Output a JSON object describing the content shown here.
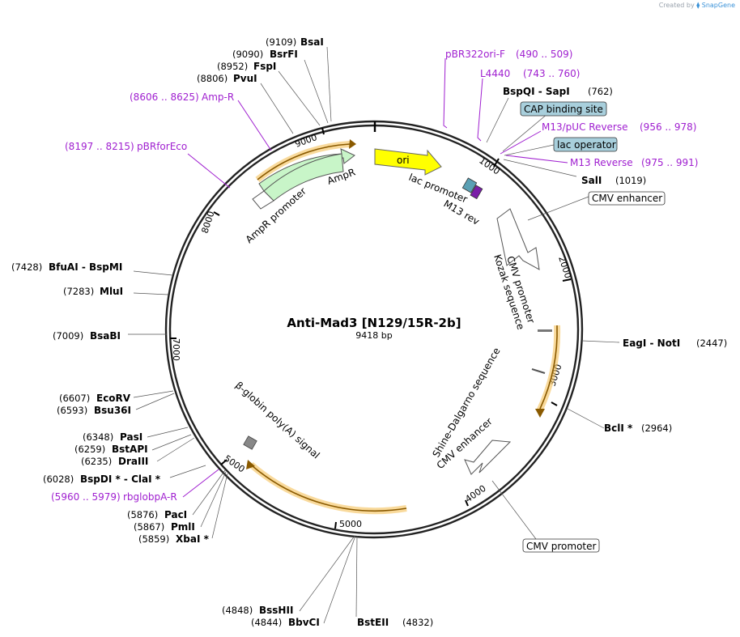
{
  "credit": {
    "prefix": "Created by",
    "brand": "SnapGene"
  },
  "plasmid": {
    "name": "Anti-Mad3 [N129/15R-2b]",
    "length_label": "9418 bp"
  },
  "colors": {
    "primer": "#a020d0",
    "ori": "#ffff00",
    "ampr": "#c8f5c8",
    "orf_glow": "#f5c15a",
    "orf_stroke": "#8a5a00",
    "boxed_feature": "#a8cfdc"
  },
  "ticks": [
    "1000",
    "2000",
    "3000",
    "4000",
    "5000",
    "5000",
    "7000",
    "8000",
    "9000"
  ],
  "sites": [
    {
      "pos": "(9109)",
      "name": "BsaI"
    },
    {
      "pos": "(9090)",
      "name": "BsrFI"
    },
    {
      "pos": "(8952)",
      "name": "FspI"
    },
    {
      "pos": "(8806)",
      "name": "PvuI"
    },
    {
      "pos": "(7428)",
      "name": "BfuAI  -  BspMI"
    },
    {
      "pos": "(7283)",
      "name": "MluI"
    },
    {
      "pos": "(7009)",
      "name": "BsaBI"
    },
    {
      "pos": "(6607)",
      "name": "EcoRV"
    },
    {
      "pos": "(6593)",
      "name": "Bsu36I"
    },
    {
      "pos": "(6348)",
      "name": "PasI"
    },
    {
      "pos": "(6259)",
      "name": "BstAPI"
    },
    {
      "pos": "(6235)",
      "name": "DraIII"
    },
    {
      "pos": "(6028)",
      "name": "BspDI *  -  ClaI *"
    },
    {
      "pos": "(5876)",
      "name": "PacI"
    },
    {
      "pos": "(5867)",
      "name": "PmlI"
    },
    {
      "pos": "(5859)",
      "name": "XbaI *"
    },
    {
      "pos": "(4848)",
      "name": "BssHII"
    },
    {
      "pos": "(4844)",
      "name": "BbvCI"
    },
    {
      "pos": "(4832)",
      "name": "BstEII"
    },
    {
      "pos": "(762)",
      "name": "BspQI  -  SapI"
    },
    {
      "pos": "(1019)",
      "name": "SalI"
    },
    {
      "pos": "(2447)",
      "name": "EagI  -  NotI"
    },
    {
      "pos": "(2964)",
      "name": "BclI *"
    }
  ],
  "primers": [
    {
      "name": "pBR322ori-F",
      "range": "(490 .. 509)"
    },
    {
      "name": "L4440",
      "range": "(743 .. 760)"
    },
    {
      "name": "M13/pUC Reverse",
      "range": "(956 .. 978)"
    },
    {
      "name": "M13 Reverse",
      "range": "(975 .. 991)"
    },
    {
      "name": "Amp-R",
      "range": "(8606 .. 8625)"
    },
    {
      "name": "pBRforEco",
      "range": "(8197 .. 8215)"
    },
    {
      "name": "rbglobpA-R",
      "range": "(5960 .. 5979)"
    }
  ],
  "boxed_features": [
    {
      "name": "CAP binding site",
      "filled": true
    },
    {
      "name": "lac operator",
      "filled": true
    },
    {
      "name": "CMV enhancer",
      "filled": false
    },
    {
      "name": "CMV promoter",
      "filled": false
    }
  ],
  "features": {
    "ori": "ori",
    "ampr": "AmpR",
    "ampr_promoter": "AmpR promoter",
    "lac_promoter": "lac promoter",
    "m13_rev": "M13 rev",
    "cmv_promoter": "CMV promoter",
    "kozak": "Kozak sequence",
    "shine_dalgarno": "Shine-Dalgarno sequence",
    "cmv_enhancer": "CMV enhancer",
    "beta_globin": "β-globin poly(A) signal"
  }
}
